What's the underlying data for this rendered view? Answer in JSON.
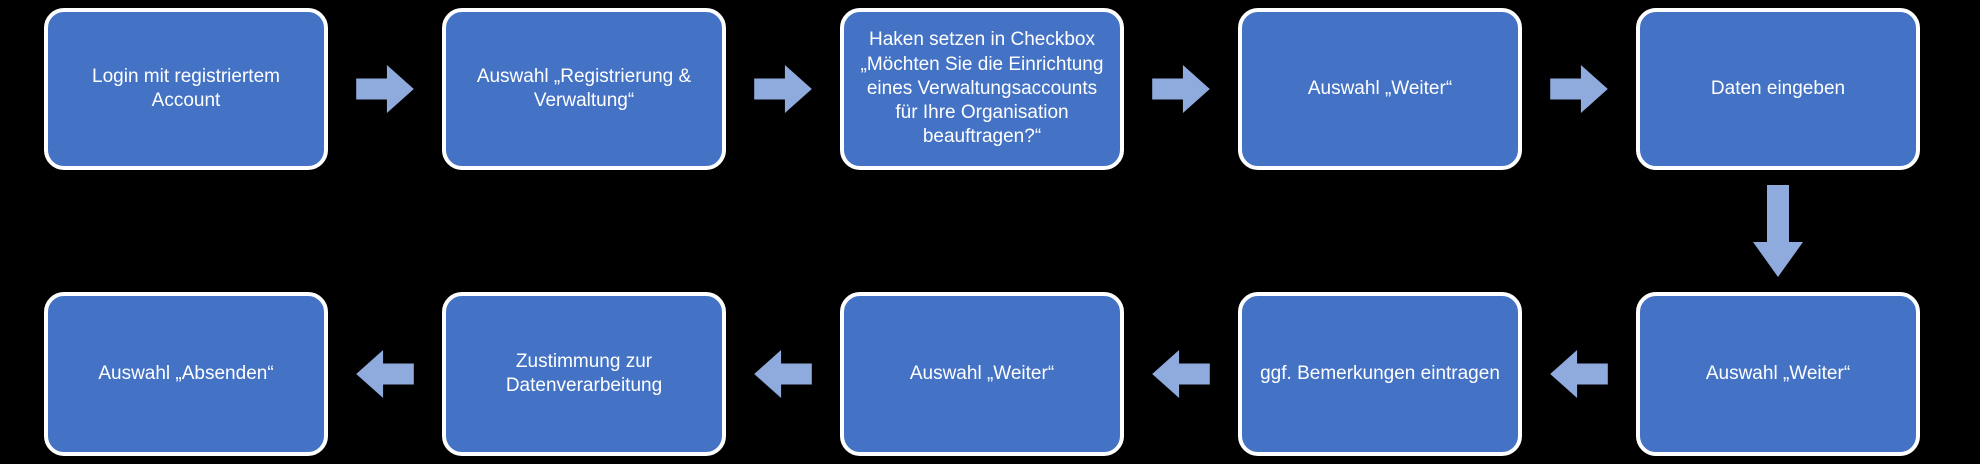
{
  "diagram": {
    "type": "flowchart",
    "top_row": [
      "Login mit registriertem Account",
      "Auswahl „Registrierung & Verwaltung“",
      "Haken setzen in Checkbox „Möchten Sie die Einrichtung eines Verwaltungsaccounts für Ihre Organisation beauftragen?“",
      "Auswahl „Weiter“",
      "Daten eingeben"
    ],
    "bottom_row": [
      "Auswahl „Absenden“",
      "Zustimmung zur Datenverarbeitung",
      "Auswahl „Weiter“",
      "ggf. Bemerkungen eintragen",
      "Auswahl „Weiter“"
    ],
    "flow_direction": "top row left-to-right, down connector on right, bottom row right-to-left"
  },
  "colors": {
    "background": "#000000",
    "box_fill": "#4472C4",
    "box_border": "#FFFFFF",
    "box_text": "#FFFFFF",
    "arrow_fill": "#8FAADC"
  }
}
